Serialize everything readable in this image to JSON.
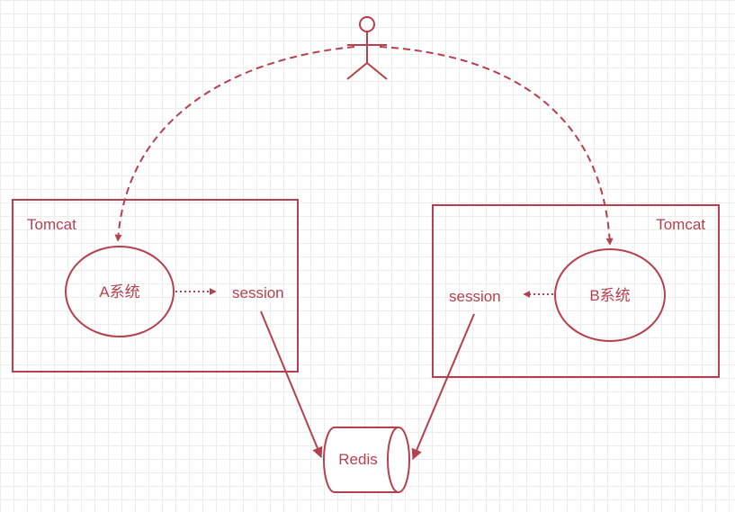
{
  "diagram": {
    "tomcat_left_label": "Tomcat",
    "tomcat_right_label": "Tomcat",
    "system_a_label": "A系统",
    "system_b_label": "B系统",
    "session_left_label": "session",
    "session_right_label": "session",
    "redis_label": "Redis"
  },
  "colors": {
    "stroke": "#b5404e",
    "grid": "#ececec",
    "background": "#ffffff"
  }
}
